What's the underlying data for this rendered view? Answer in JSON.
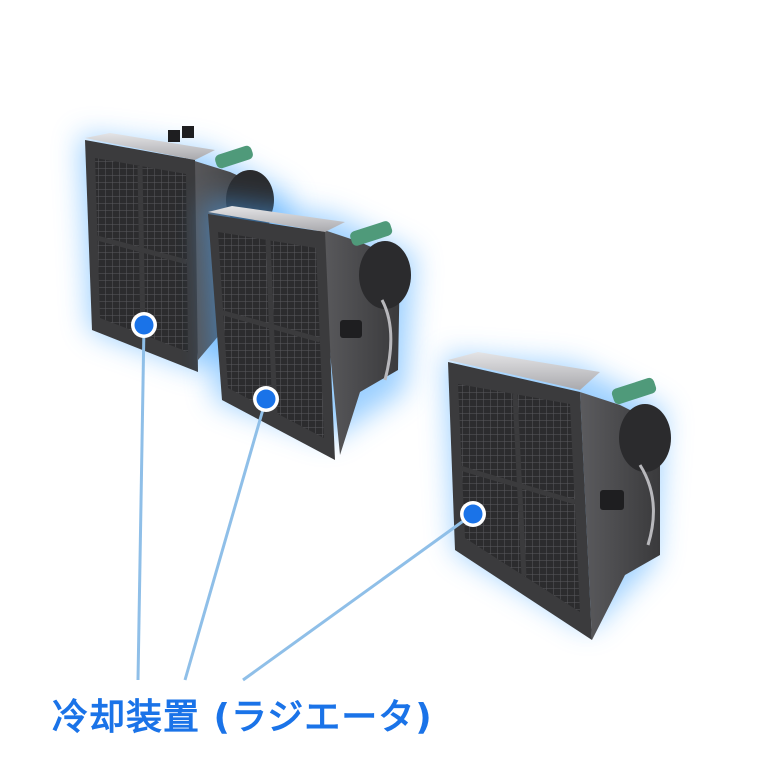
{
  "caption": {
    "text": "冷却装置 (ラジエータ)"
  },
  "colors": {
    "accent": "#1a73e8",
    "leader_line": "#8fbfe8",
    "glow": "#4aa8ff",
    "radiator_body": "#4a4a4c",
    "radiator_dark": "#2a2a2c",
    "radiator_light": "#c9c9cc",
    "pipe": "#4f9a7a"
  },
  "illustration": {
    "subject": "radiator-units",
    "count": 3
  }
}
